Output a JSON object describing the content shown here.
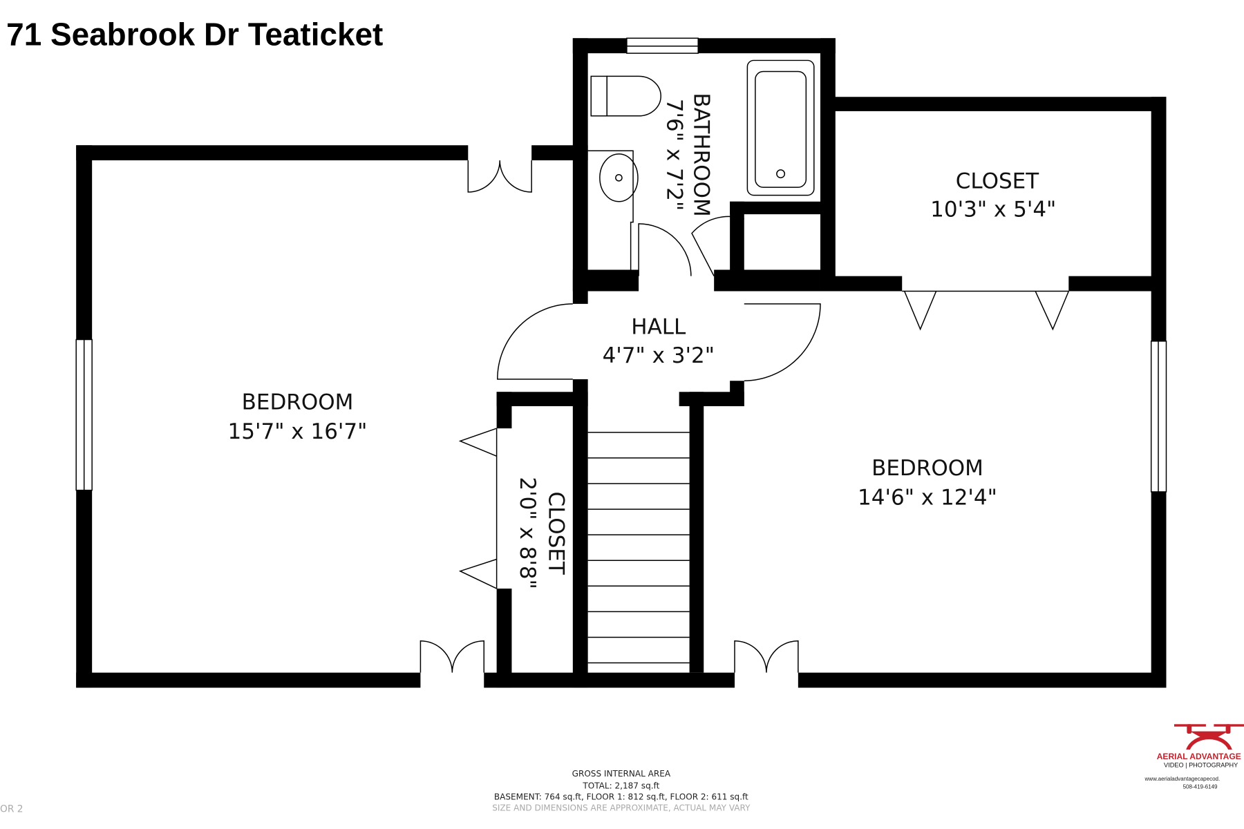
{
  "title": "71 Seabrook Dr Teaticket",
  "floor_label": "OR 2",
  "rooms": {
    "bedroom_left": {
      "name": "BEDROOM",
      "size": "15'7\" x 16'7\""
    },
    "bathroom": {
      "name": "BATHROOM",
      "size": "7'6\" x 7'2\""
    },
    "closet_right": {
      "name": "CLOSET",
      "size": "10'3\" x 5'4\""
    },
    "hall": {
      "name": "HALL",
      "size": "4'7\" x 3'2\""
    },
    "bedroom_right": {
      "name": "BEDROOM",
      "size": "14'6\" x 12'4\""
    },
    "closet_small": {
      "name": "CLOSET",
      "size": "2'0\" x 8'8\""
    }
  },
  "footer": {
    "heading": "GROSS INTERNAL AREA",
    "total": "TOTAL: 2,187 sq.ft",
    "breakdown": "BASEMENT: 764 sq.ft, FLOOR 1: 812 sq.ft, FLOOR 2: 611 sq.ft",
    "disclaimer": "SIZE AND DIMENSIONS ARE APPROXIMATE, ACTUAL MAY VARY"
  },
  "logo": {
    "brand": "AERIAL ADVANTAGE",
    "tagline": "VIDEO | PHOTOGRAPHY",
    "website": "www.aerialadvantagecapecod.",
    "phone": "508-419-6149",
    "color": "#c8202a"
  }
}
